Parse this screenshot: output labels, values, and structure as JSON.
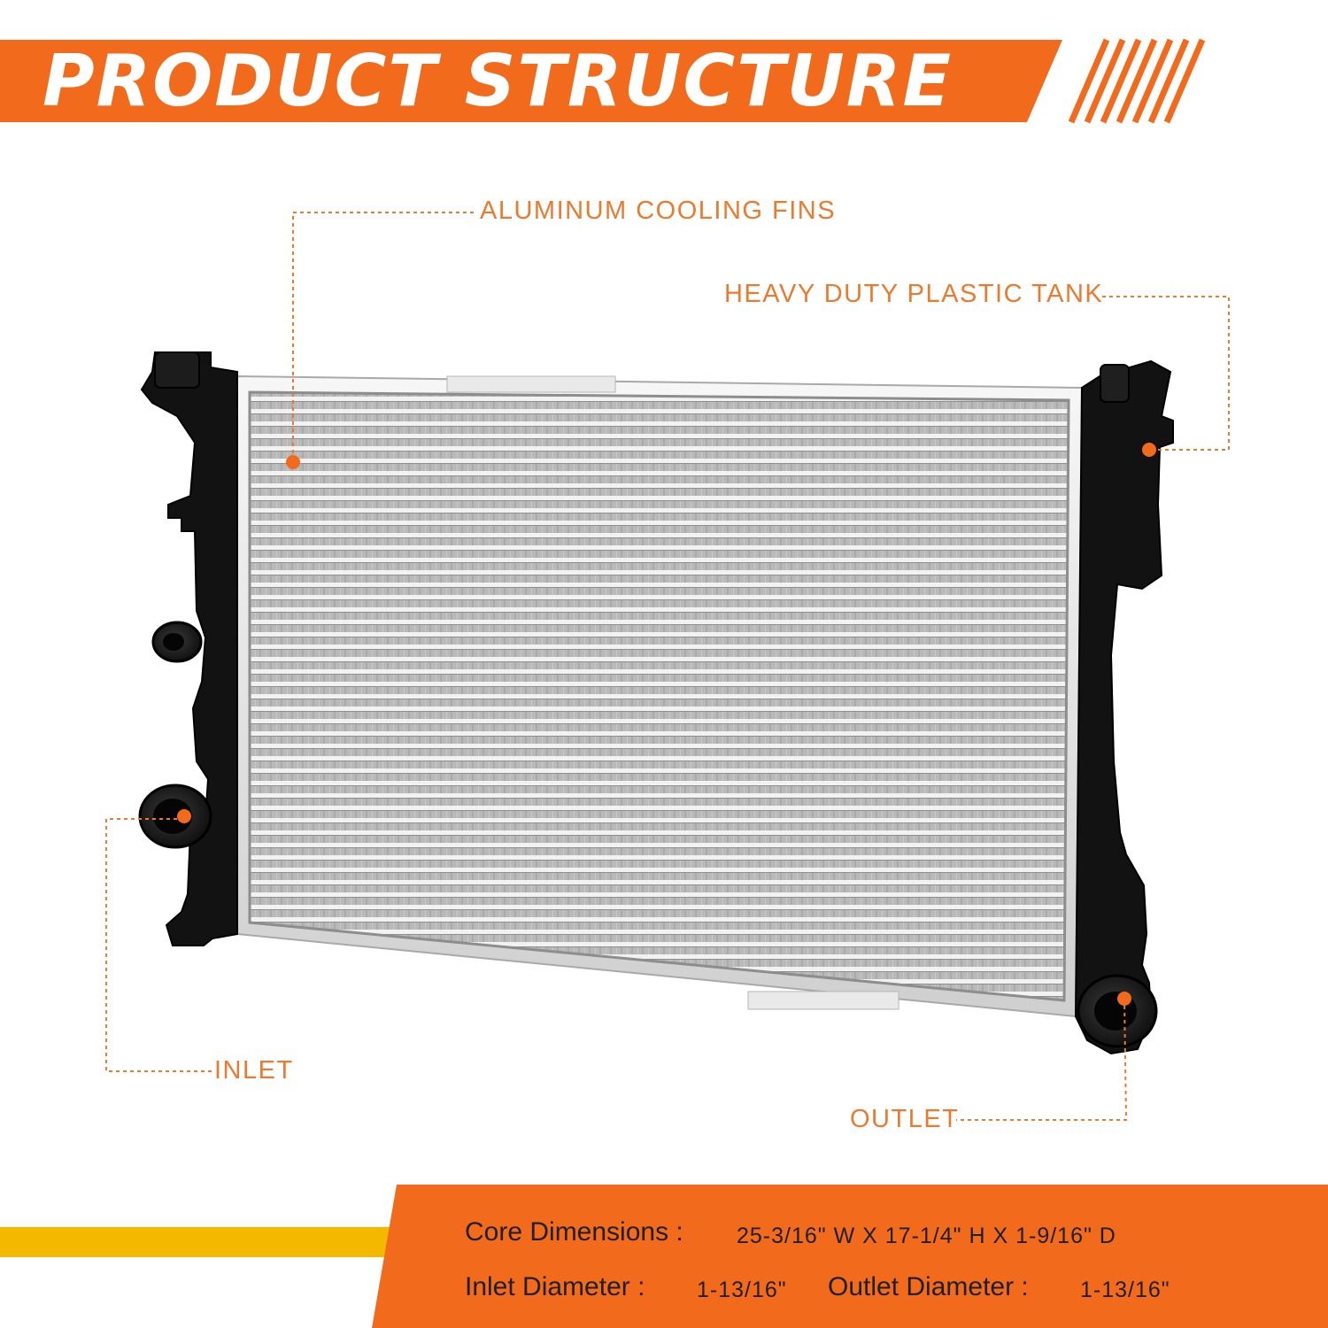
{
  "title": "PRODUCT STRUCTURE",
  "colors": {
    "accent": "#f26a1b",
    "accent_dark": "#e85a10",
    "yellow": "#f5b800",
    "callout_text": "#ec7a2e",
    "dot": "#f26a1b"
  },
  "callouts": {
    "fins": "ALUMINUM COOLING FINS",
    "tank": "HEAVY DUTY PLASTIC TANK",
    "inlet": "INLET",
    "outlet": "OUTLET"
  },
  "specs": {
    "core_label": "Core Dimensions :",
    "core_value": "25-3/16\" W X 17-1/4\" H X 1-9/16\" D",
    "inlet_label": "Inlet Diameter :",
    "inlet_value": "1-13/16\"",
    "outlet_label": "Outlet Diameter :",
    "outlet_value": "1-13/16\""
  }
}
